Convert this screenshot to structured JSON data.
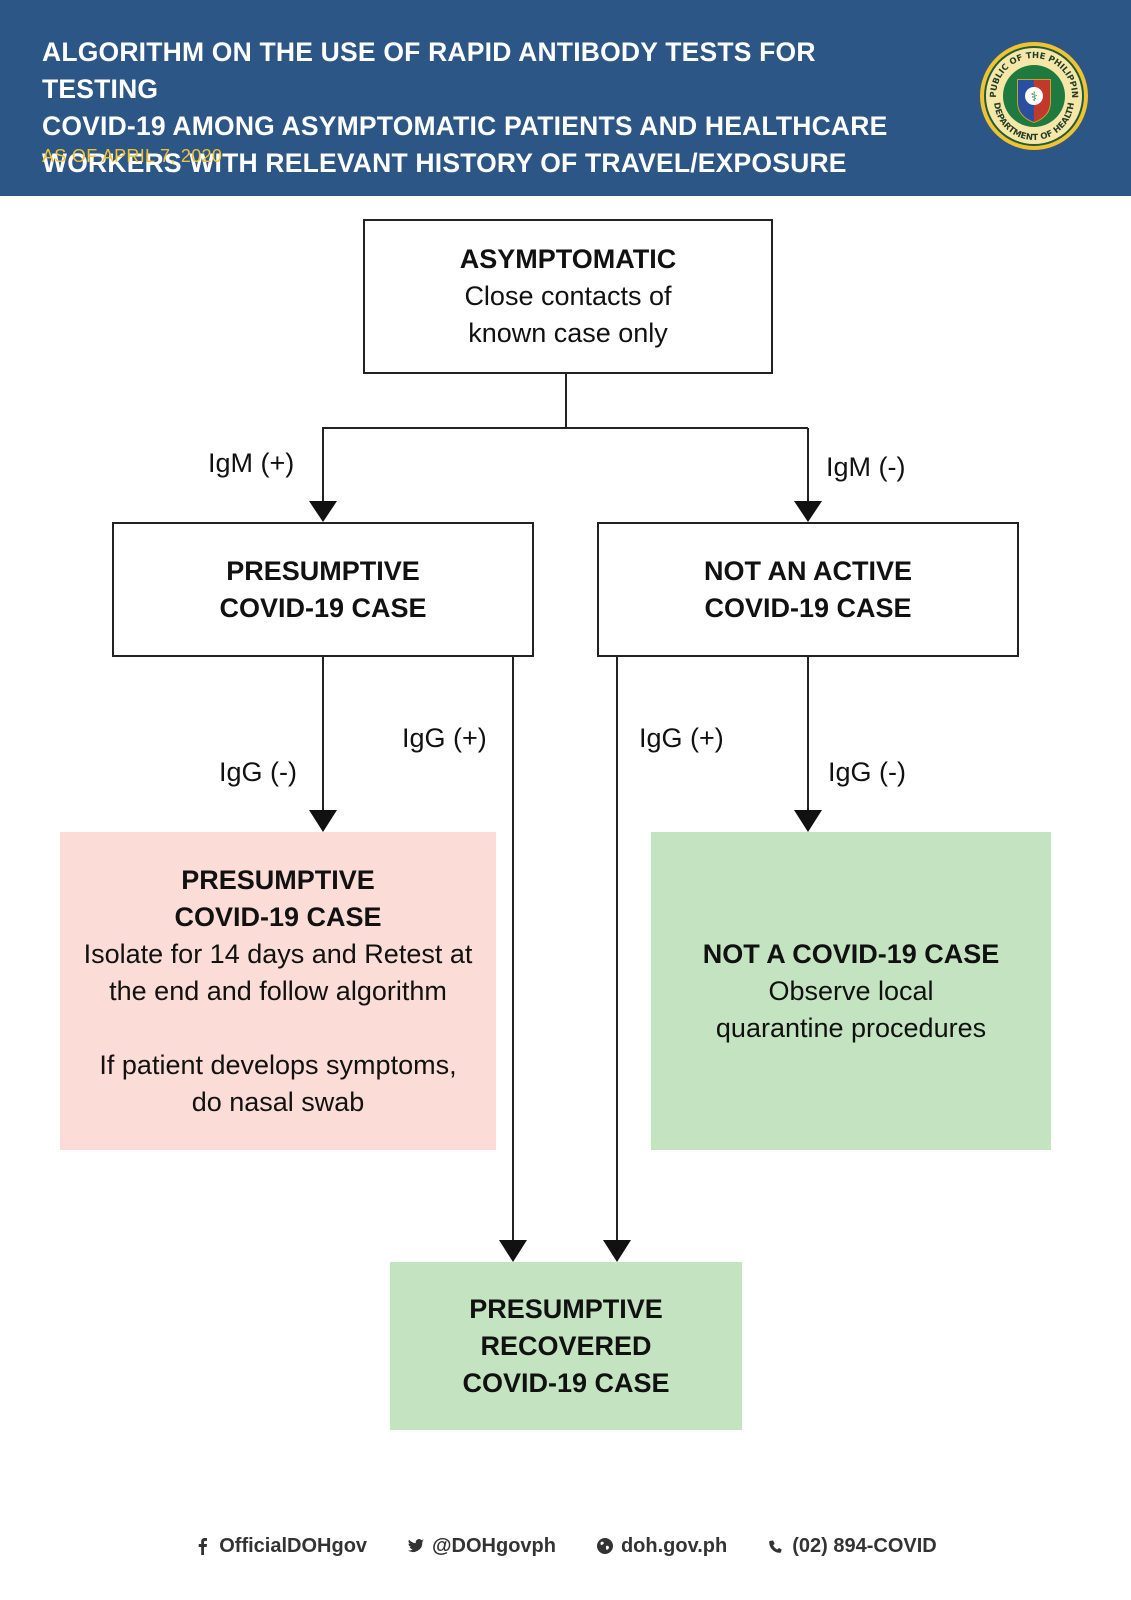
{
  "header": {
    "title_line1": "ALGORITHM ON THE USE OF RAPID ANTIBODY TESTS FOR TESTING",
    "title_line2": "COVID-19 AMONG ASYMPTOMATIC PATIENTS AND HEALTHCARE",
    "title_line3": "WORKERS WITH RELEVANT HISTORY OF TRAVEL/EXPOSURE",
    "date": "AS OF APRIL 7, 2020",
    "seal_text_top": "REPUBLIC OF THE PHILIPPINES",
    "seal_text_bottom": "DEPARTMENT OF HEALTH"
  },
  "nodes": {
    "start": {
      "title": "ASYMPTOMATIC",
      "line1": "Close contacts of",
      "line2": "known case only"
    },
    "presumptive": {
      "line1": "PRESUMPTIVE",
      "line2": "COVID-19 CASE"
    },
    "not_active": {
      "line1": "NOT AN ACTIVE",
      "line2": "COVID-19 CASE"
    },
    "presumptive_isolate": {
      "title1": "PRESUMPTIVE",
      "title2": "COVID-19 CASE",
      "line1": "Isolate for 14 days and Retest at",
      "line2": "the end and follow algorithm",
      "line3": "If patient develops symptoms,",
      "line4": "do nasal swab"
    },
    "not_covid": {
      "title": "NOT A COVID-19 CASE",
      "line1": "Observe local",
      "line2": "quarantine procedures"
    },
    "recovered": {
      "line1": "PRESUMPTIVE",
      "line2": "RECOVERED",
      "line3": "COVID-19 CASE"
    }
  },
  "edges": {
    "igm_pos": "IgM (+)",
    "igm_neg": "IgM (-)",
    "igg_neg_left": "IgG (-)",
    "igg_pos_left": "IgG (+)",
    "igg_pos_right": "IgG (+)",
    "igg_neg_right": "IgG (-)"
  },
  "colors": {
    "header_bg": "#2b5686",
    "date_color": "#f2c230",
    "pink_box": "#fbdcd7",
    "green_box": "#c4e3c1"
  },
  "footer": {
    "facebook": "OfficialDOHgov",
    "twitter": "@DOHgovph",
    "website": "doh.gov.ph",
    "phone": "(02) 894-COVID"
  }
}
